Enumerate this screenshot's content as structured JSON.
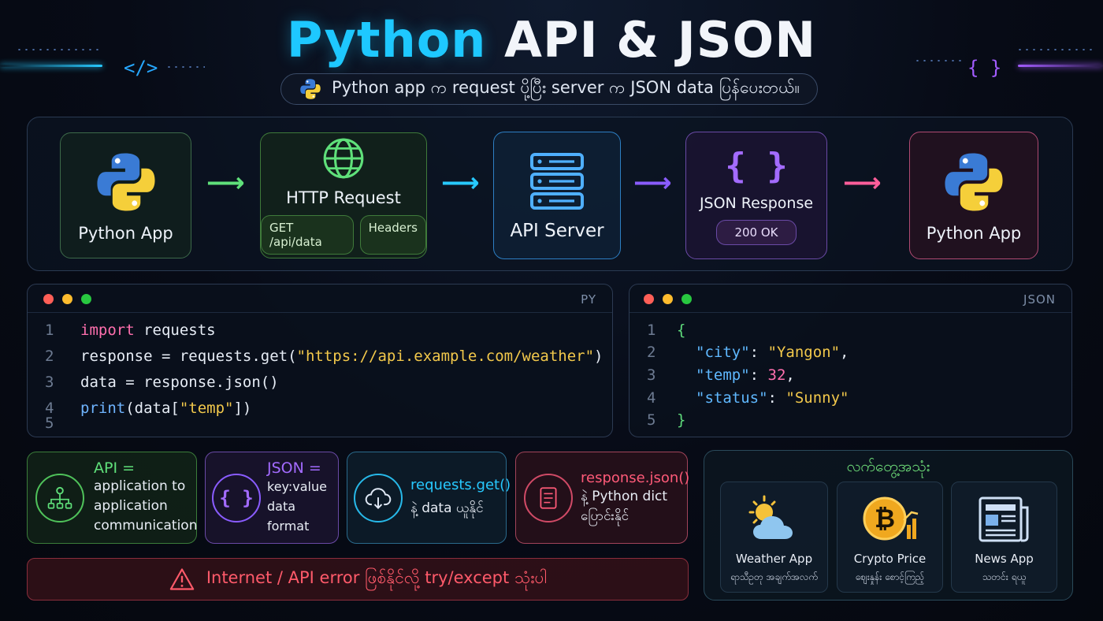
{
  "header": {
    "title_highlight": "Python",
    "title_rest": "API & JSON",
    "subtitle": "Python app က request ပို့ပြီး server က JSON data ပြန်ပေးတယ်။",
    "deco_left_glyph": "</>",
    "deco_right_glyph": "{ }"
  },
  "flow": [
    {
      "label": "Python App",
      "icon": "python-icon"
    },
    {
      "label": "HTTP Request",
      "icon": "globe-icon",
      "pills": [
        "GET /api/data",
        "Headers"
      ]
    },
    {
      "label": "API Server",
      "icon": "server-icon"
    },
    {
      "label": "JSON Response",
      "icon": "braces-icon",
      "status": "200 OK"
    },
    {
      "label": "Python App",
      "icon": "python-icon"
    }
  ],
  "colors": {
    "green": "#5fe07a",
    "cyan": "#27c9ff",
    "purple": "#8a5cff",
    "pink": "#ff5e9a",
    "red": "#ff5a6a"
  },
  "python_code": {
    "lang": "PY",
    "line_numbers": [
      "1",
      "2",
      "3",
      "4",
      "5"
    ],
    "l1_kw": "import",
    "l1_rest": " requests",
    "l2_pre": "response = requests.get(",
    "l2_str": "\"https://api.example.com/weather\"",
    "l2_post": ")",
    "l3": "data = response.json()",
    "l4_fn": "print",
    "l4_pre": "(data[",
    "l4_str": "\"temp\"",
    "l4_post": "])"
  },
  "json_code": {
    "lang": "JSON",
    "line_numbers": [
      "1",
      "2",
      "3",
      "4",
      "5"
    ],
    "open": "{",
    "k1": "\"city\"",
    "v1": "\"Yangon\"",
    "k2": "\"temp\"",
    "v2": "32",
    "k3": "\"status\"",
    "v3": "\"Sunny\"",
    "close": "}",
    "colon": ": ",
    "comma": ","
  },
  "cards": [
    {
      "title": "API =",
      "text": [
        "application to",
        "application",
        "communication"
      ],
      "icon": "network-icon"
    },
    {
      "title": "JSON =",
      "text": [
        "key:value",
        "data format"
      ],
      "icon": "braces-icon"
    },
    {
      "title": "requests.get()",
      "text": [
        "နဲ့ data ယူနိုင်"
      ],
      "icon": "cloud-download-icon"
    },
    {
      "title": "response.json()",
      "text": [
        "နဲ့ Python dict",
        "ပြောင်းနိုင်"
      ],
      "icon": "document-icon"
    }
  ],
  "error_tip": "Internet / API error ဖြစ်နိုင်လို့ try/except သုံးပါ",
  "uses": {
    "title": "လက်တွေ့အသုံး",
    "items": [
      {
        "name": "Weather App",
        "desc": "ရာသီဥတု အချက်အလက်",
        "icon": "weather-icon"
      },
      {
        "name": "Crypto Price",
        "desc": "စျေးနှုန်း စောင့်ကြည့်",
        "icon": "bitcoin-icon"
      },
      {
        "name": "News App",
        "desc": "သတင်း ရယူ",
        "icon": "newspaper-icon"
      }
    ]
  }
}
